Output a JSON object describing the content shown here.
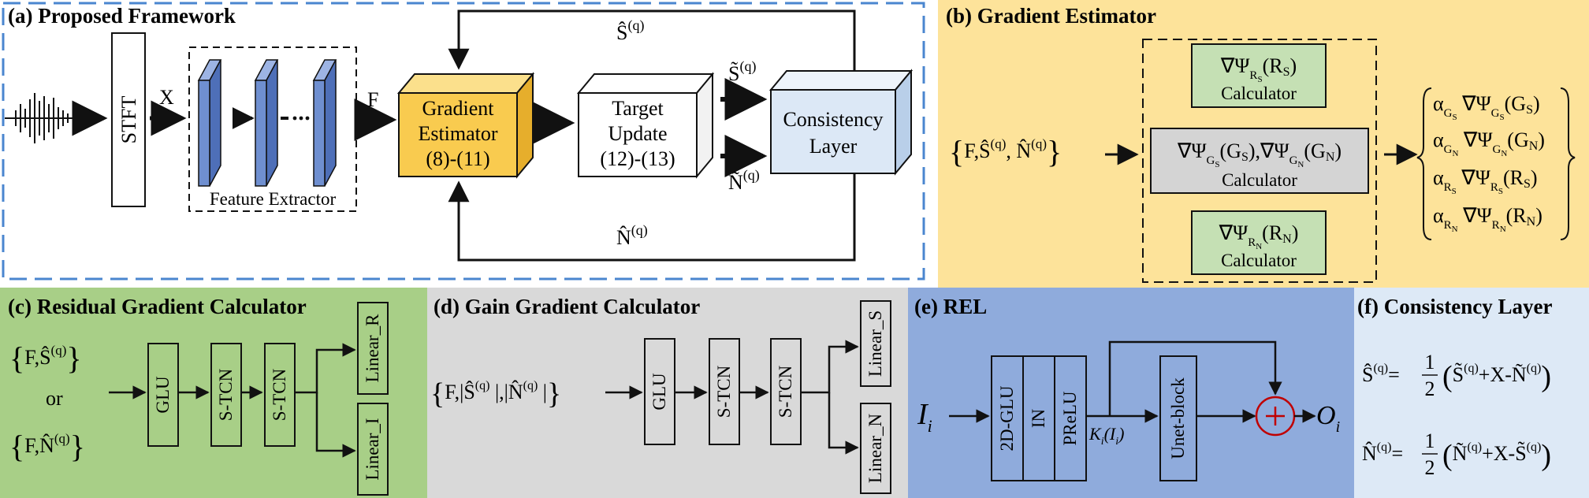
{
  "panels": {
    "a": {
      "title": "(a) Proposed Framework",
      "stft": "STFT",
      "x_label": "X",
      "f_label": "F",
      "feature_extractor": "Feature Extractor",
      "gradient_estimator": [
        "Gradient",
        "Estimator",
        "(8)-(11)"
      ],
      "target_update": [
        "Target",
        "Update",
        "(12)-(13)"
      ],
      "consistency_layer": [
        "Consistency",
        "Layer"
      ],
      "s_hat": "Ŝ",
      "n_hat": "N̂",
      "s_tilde": "S̃",
      "n_tilde": "Ñ",
      "sup_q": "(q)"
    },
    "b": {
      "title": "(b) Gradient Estimator",
      "input_set": "{F,Ŝ(q),N̂(q)}",
      "calc_word": "Calculator",
      "calc_rs": "∇Ψ_RS(RS)",
      "calc_g": "∇Ψ_GS(GS),∇Ψ_GN(GN)",
      "calc_rn": "∇Ψ_RN(RN)",
      "outputs": [
        "α_GS ∇Ψ_GS(GS)",
        "α_GN ∇Ψ_GN(GN)",
        "α_RS ∇Ψ_RS(RS)",
        "α_RN ∇Ψ_RN(RN)"
      ]
    },
    "c": {
      "title": "(c) Residual Gradient Calculator",
      "or": "or",
      "glu": "GLU",
      "stcn": "S-TCN",
      "linear_r": "Linear_R",
      "linear_i": "Linear_I"
    },
    "d": {
      "title": "(d) Gain Gradient Calculator",
      "glu": "GLU",
      "stcn": "S-TCN",
      "linear_s": "Linear_S",
      "linear_n": "Linear_N"
    },
    "e": {
      "title": "(e) REL",
      "glu2d": "2D-GLU",
      "in": "IN",
      "prelu": "PReLU",
      "unet": "Unet-block",
      "input": "I",
      "input_sub": "i",
      "output": "O",
      "output_sub": "i",
      "k_label": "K",
      "k_sub": "i",
      "k_arg": "(I",
      "k_arg_sub": "i",
      "k_close": ")"
    },
    "f": {
      "title": "(f) Consistency Layer",
      "half_num": "1",
      "half_den": "2",
      "eq_s_body": "S̃(q)+X-Ñ(q)",
      "eq_n_body": "Ñ(q)+X-S̃(q)"
    }
  },
  "colors": {
    "panel_b_bg": "#fde39a",
    "panel_c_bg": "#a8cf87",
    "panel_d_bg": "#d9d9d9",
    "panel_e_bg": "#8fabdc",
    "panel_f_bg": "#dde9f6",
    "gradient_estimator_fill": "#f9cb4f",
    "consistency_fill": "#dce8f6",
    "green_box": "#c5e0b4",
    "gray_box": "#d4d4d4",
    "feature_blue": "#6f8fd0",
    "dashed_blue": "#4a86cf",
    "adder_red": "#c00000"
  }
}
